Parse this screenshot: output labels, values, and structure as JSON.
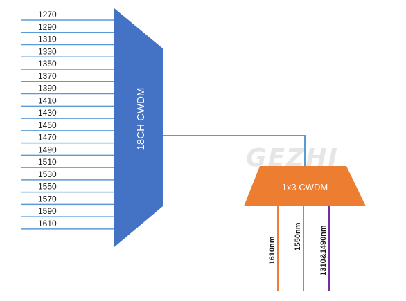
{
  "diagram": {
    "channels": [
      "1270",
      "1290",
      "1310",
      "1330",
      "1350",
      "1370",
      "1390",
      "1410",
      "1430",
      "1450",
      "1470",
      "1490",
      "1510",
      "1530",
      "1550",
      "1570",
      "1590",
      "1610"
    ],
    "mux": {
      "label": "18CH CWDM",
      "color": "#4472c4"
    },
    "splitter": {
      "label": "1x3 CWDM",
      "color": "#ed7d31"
    },
    "watermark": "GEZHI",
    "outputs": [
      {
        "label": "1610nm",
        "color": "#ed7d31"
      },
      {
        "label": "1550nm",
        "color": "#70ad47"
      },
      {
        "label": "1310&1490nm",
        "color": "#7030a0"
      }
    ],
    "colors": {
      "fiber": "#5b9bd5",
      "channel_line": "#5b9bd5"
    }
  }
}
